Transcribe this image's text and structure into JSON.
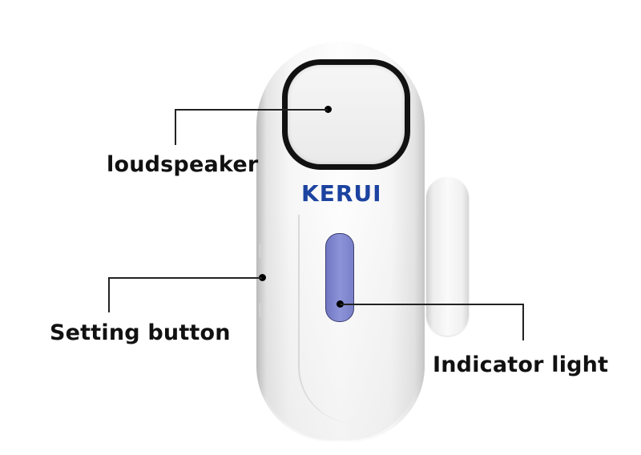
{
  "device": {
    "brand": "KERUI",
    "brand_color": "#1c43a0",
    "indicator_color": "#8088d0"
  },
  "callouts": [
    {
      "id": "loudspeaker",
      "label": "loudspeaker"
    },
    {
      "id": "setting-button",
      "label": "Setting button"
    },
    {
      "id": "indicator-light",
      "label": "Indicator light"
    }
  ]
}
